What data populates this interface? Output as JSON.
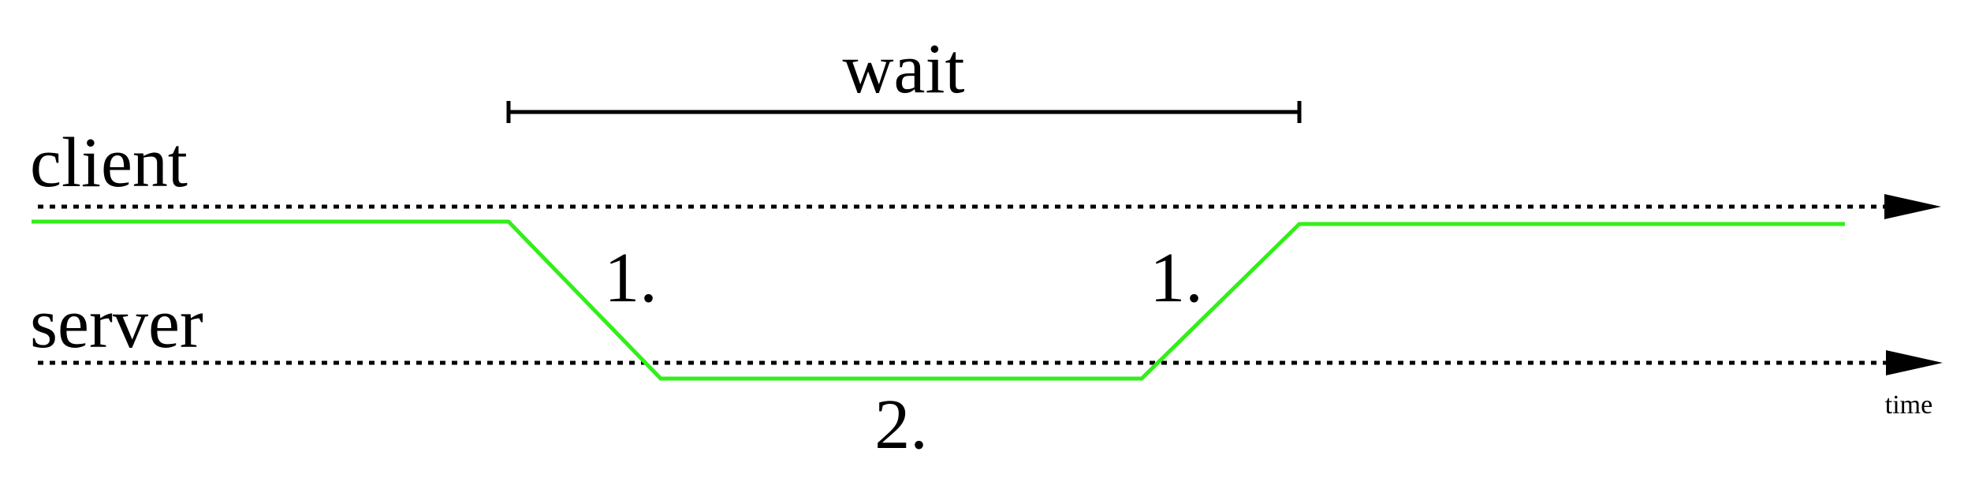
{
  "labels": {
    "wait": "wait",
    "client": "client",
    "server": "server",
    "time": "time"
  },
  "steps": {
    "down": "1.",
    "up": "1.",
    "server_work": "2."
  },
  "colors": {
    "path": "#33ee1a",
    "ink": "#000000",
    "background": "#ffffff"
  }
}
